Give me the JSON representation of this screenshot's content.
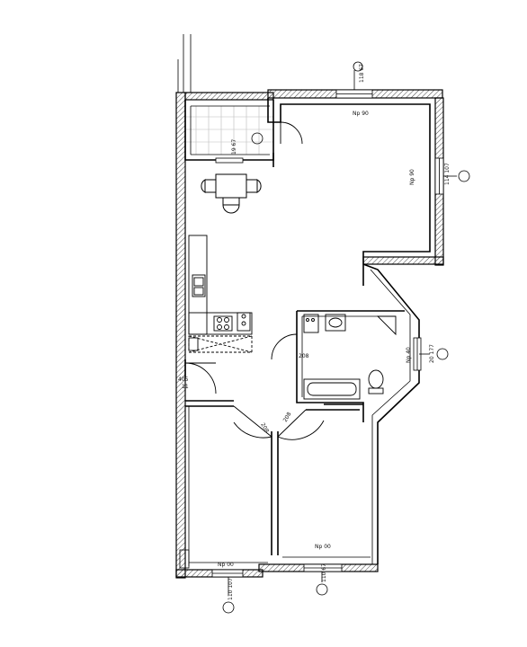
{
  "labels": {
    "window_top_right": "Np 90",
    "window_top_height": "118\n67",
    "window_right": "Np 90",
    "window_right_size": "114\n107",
    "bathroom_window": "Np 40",
    "bathroom_window_size": "20\n177",
    "kitchen_window": "19\n67",
    "corridor_door": "208",
    "entrance_door": "405",
    "entrance_sub": "11",
    "bedroom_door_left": "208",
    "bedroom_door_right": "208",
    "bottom_left_window": "Np 00",
    "bottom_left_size": "110\n107",
    "bottom_right_window": "Np 00",
    "bottom_right_size": "110\n67"
  }
}
